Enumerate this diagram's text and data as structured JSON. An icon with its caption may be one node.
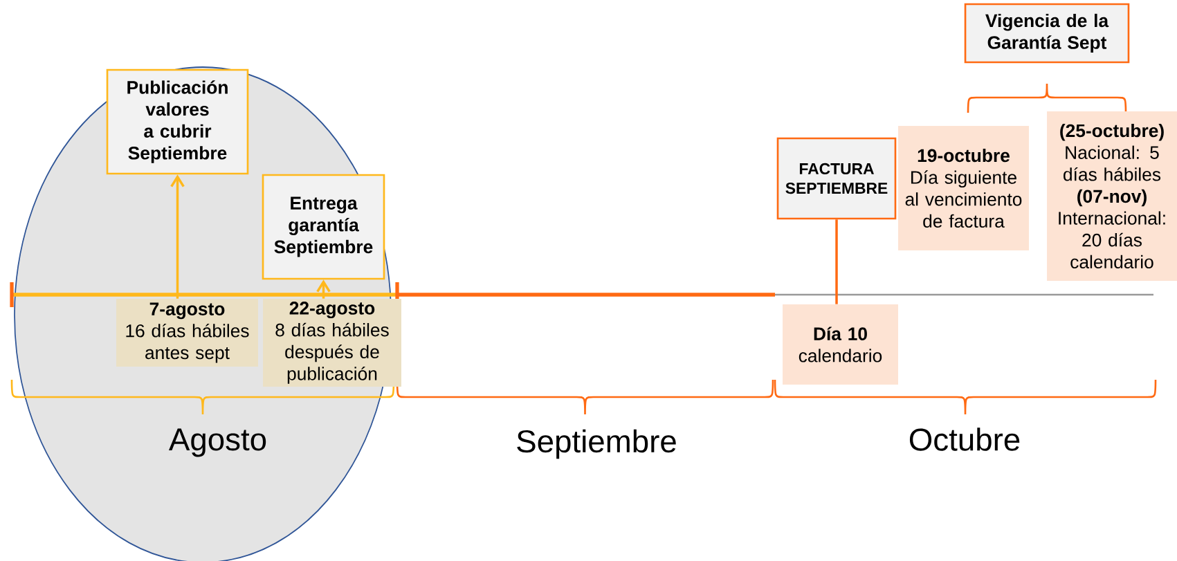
{
  "diagram": {
    "nodes": [
      {
        "text": [
          "Publicación valores a cubrir Septiembre"
        ]
      },
      {
        "text": [
          "Entrega garantía Septiembre"
        ]
      },
      {
        "text": [
          "7-agosto",
          "16 días hábiles antes sept"
        ]
      },
      {
        "text": [
          "22-agosto",
          "8 días hábiles después de publicación"
        ]
      },
      {
        "text": [
          "FACTURA SEPTIEMBRE"
        ]
      },
      {
        "text": [
          "Día 10",
          "calendario"
        ]
      },
      {
        "text": [
          "19-octubre",
          "Día siguiente al vencimiento de factura"
        ]
      },
      {
        "text": [
          "(25-octubre)",
          "Nacional: 5 días hábiles",
          "(07-nov)",
          "Internacional: 20 días calendario"
        ]
      },
      {
        "text": [
          "Vigencia de la Garantía Sept"
        ]
      }
    ],
    "edges": [
      {
        "from": 2,
        "to": 0,
        "arrow": "to"
      },
      {
        "from": 3,
        "to": 1,
        "arrow": "to"
      },
      {
        "from": 4,
        "to": 5,
        "arrow": "none",
        "color": "#ff6a13"
      }
    ],
    "labels": [
      "Agosto",
      "Septiembre",
      "Octubre"
    ]
  }
}
